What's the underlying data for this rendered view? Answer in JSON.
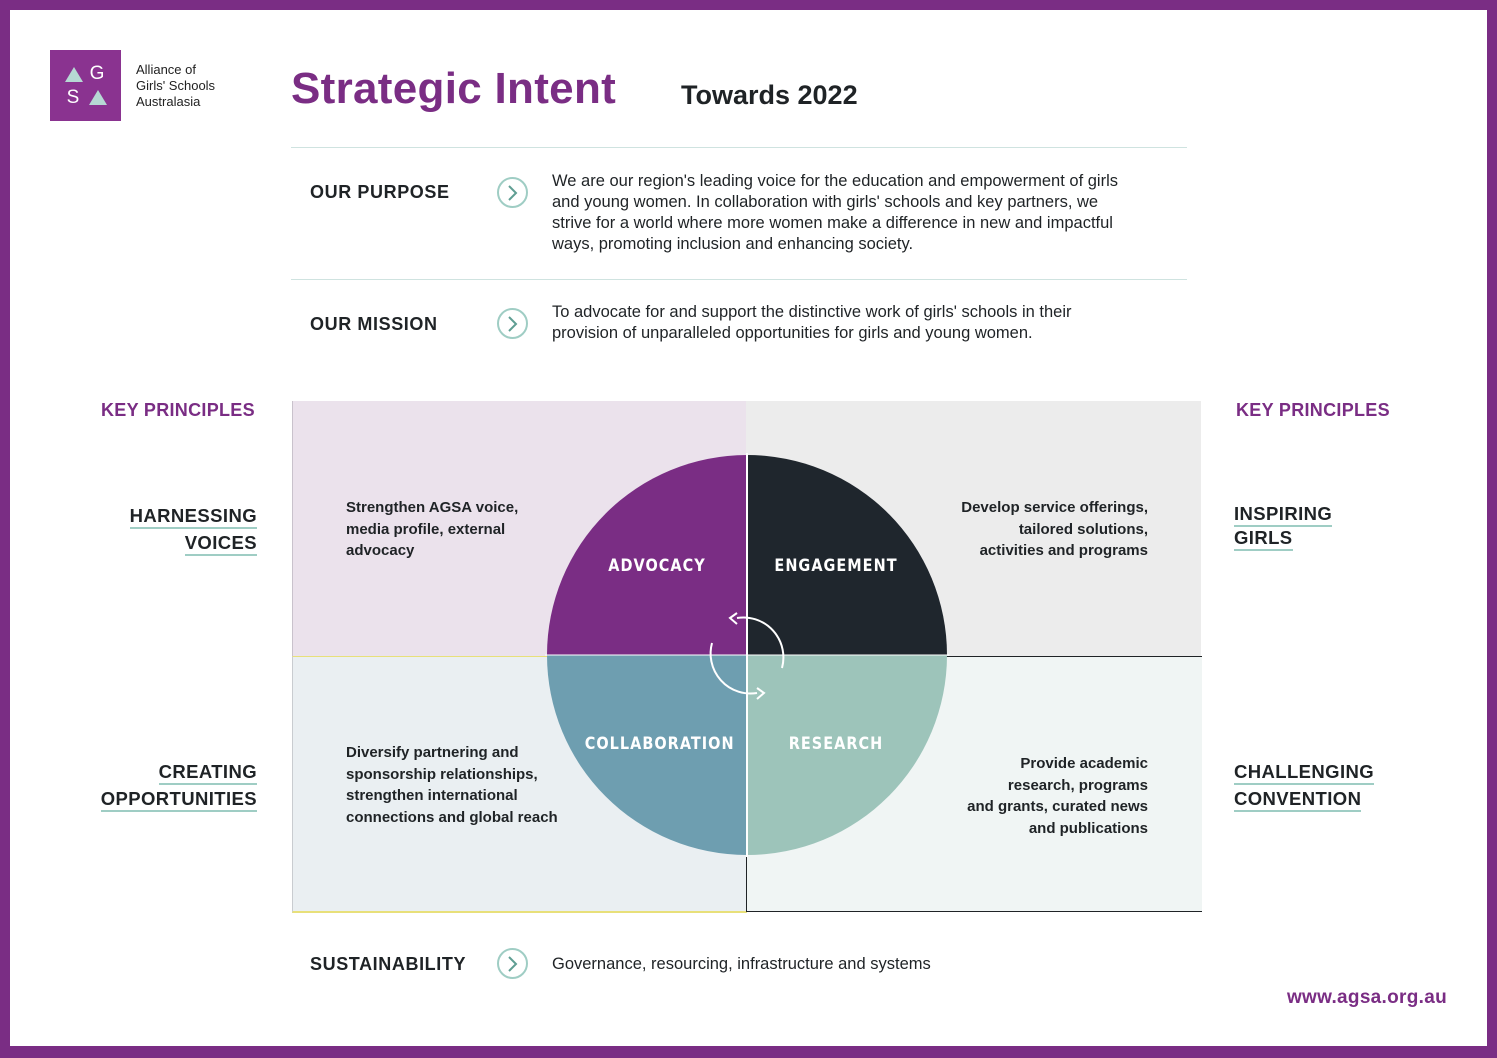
{
  "logo": {
    "letters": [
      "G",
      "S"
    ],
    "org_lines": [
      "Alliance of",
      "Girls' Schools",
      "Australasia"
    ]
  },
  "header": {
    "title": "Strategic Intent",
    "subtitle": "Towards 2022"
  },
  "purpose": {
    "label": "OUR PURPOSE",
    "lines": [
      "We are our region's leading voice for the education and empowerment of girls",
      "and young women.  In collaboration with girls' schools and key partners, we",
      "strive for a world where more women make a difference in new and impactful",
      "ways,  promoting inclusion and enhancing society."
    ]
  },
  "mission": {
    "label": "OUR MISSION",
    "lines": [
      "To advocate for and support the distinctive work of girls' schools in their",
      "provision of unparalleled opportunities for girls and young women."
    ]
  },
  "key_principles_label": "KEY PRINCIPLES",
  "principles": {
    "left_top": [
      "HARNESSING",
      "VOICES"
    ],
    "left_bottom": [
      "CREATING",
      "OPPORTUNITIES"
    ],
    "right_top": [
      "INSPIRING",
      "GIRLS"
    ],
    "right_bottom": [
      "CHALLENGING",
      "CONVENTION"
    ]
  },
  "quadrants": {
    "advocacy": {
      "name": "ADVOCACY",
      "lines": [
        "Strengthen AGSA voice,",
        "media profile, external",
        "advocacy"
      ],
      "bg": "#ebe2ec",
      "color": "#7a2d84"
    },
    "engagement": {
      "name": "ENGAGEMENT",
      "lines": [
        "Develop service offerings,",
        "tailored solutions,",
        "activities and programs"
      ],
      "bg": "#ececec",
      "color": "#1f262d"
    },
    "collaboration": {
      "name": "COLLABORATION",
      "lines": [
        "Diversify partnering and",
        "sponsorship relationships,",
        "strengthen international",
        "connections and global reach"
      ],
      "bg": "#eaeff2",
      "color": "#6e9eb0"
    },
    "research": {
      "name": "RESEARCH",
      "lines": [
        "Provide academic",
        "research, programs",
        "and grants, curated news",
        "and publications"
      ],
      "bg": "#f0f5f4",
      "color": "#9dc4ba"
    }
  },
  "sustainability": {
    "label": "SUSTAINABILITY",
    "text": "Governance, resourcing, infrastructure and systems"
  },
  "footer": {
    "url": "www.agsa.org.au"
  },
  "colors": {
    "brand_purple": "#7a2d84",
    "teal_accent": "#9fcdc4"
  }
}
